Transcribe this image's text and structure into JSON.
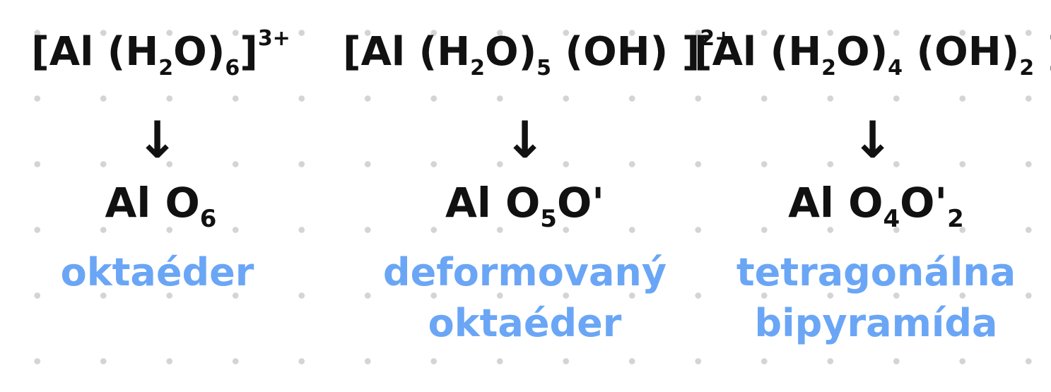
{
  "columns": [
    {
      "complex": {
        "open": "[Al (H",
        "h2o_sub": "2",
        "mid1": "O)",
        "n_water": "6",
        "mid2": "",
        "n_oh": "",
        "close": "]",
        "charge": "3+"
      },
      "arrow": "↓",
      "polyhedron": {
        "base": "Al O",
        "sub1": "6",
        "prime": "",
        "sub2": ""
      },
      "shape_lines": [
        "oktaéder"
      ]
    },
    {
      "complex": {
        "open": "[Al (H",
        "h2o_sub": "2",
        "mid1": "O)",
        "n_water": "5",
        "mid2": " (OH)",
        "n_oh": "",
        "close": " ]",
        "charge": "2+"
      },
      "arrow": "↓",
      "polyhedron": {
        "base": "Al O",
        "sub1": "5",
        "prime": "O'",
        "sub2": ""
      },
      "shape_lines": [
        "deformovaný",
        "oktaéder"
      ]
    },
    {
      "complex": {
        "open": "[Al (H",
        "h2o_sub": "2",
        "mid1": "O)",
        "n_water": "4",
        "mid2": " (OH)",
        "n_oh": "2",
        "close": " ]",
        "charge": "+"
      },
      "arrow": "↓",
      "polyhedron": {
        "base": "Al O",
        "sub1": "4",
        "prime": "O'",
        "sub2": "2"
      },
      "shape_lines": [
        "tetragonálna",
        "bipyramída"
      ]
    }
  ],
  "colors": {
    "ink": "#111111",
    "handwriting": "#6aa6f5",
    "grid_dot": "#d4d4d4"
  }
}
